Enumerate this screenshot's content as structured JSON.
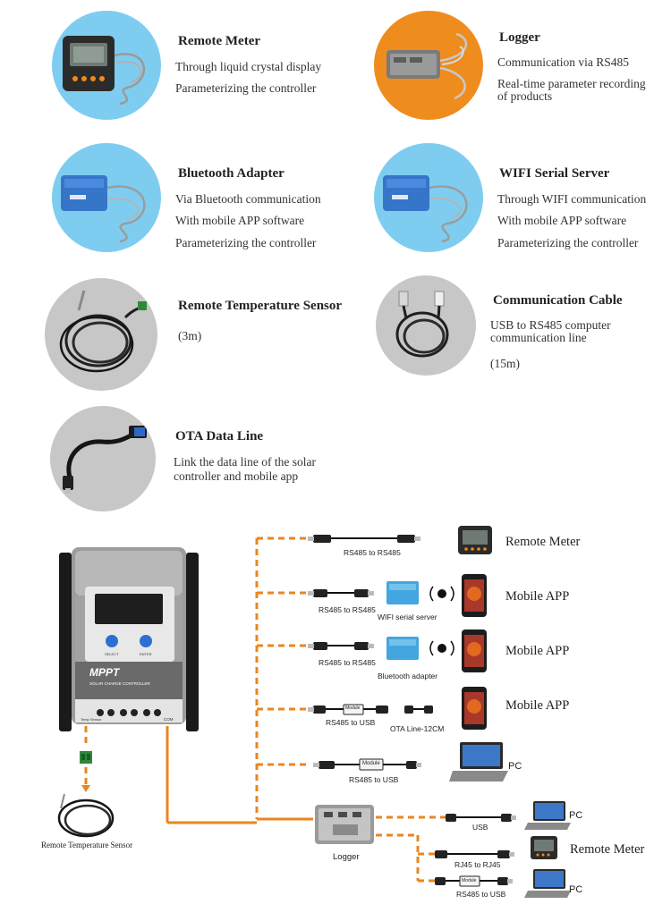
{
  "accessories": [
    {
      "title": "Remote Meter",
      "lines": [
        "Through liquid crystal display",
        "Parameterizing the controller"
      ]
    },
    {
      "title": "Logger",
      "lines": [
        "Communication via RS485",
        "Real-time parameter recording",
        "of products"
      ]
    },
    {
      "title": "Bluetooth Adapter",
      "lines": [
        "Via Bluetooth communication",
        "With mobile APP software",
        "Parameterizing the controller"
      ]
    },
    {
      "title": "WIFI Serial Server",
      "lines": [
        "Through WIFI communication",
        "With mobile APP software",
        "Parameterizing the controller"
      ]
    },
    {
      "title": "Remote Temperature Sensor",
      "lines": [
        "(3m)"
      ]
    },
    {
      "title": "Communication Cable",
      "lines": [
        "USB to RS485 computer",
        "communication line",
        "(15m)"
      ]
    },
    {
      "title": "OTA Data Line",
      "lines": [
        "Link the data line of the solar",
        "controller and mobile app"
      ]
    }
  ],
  "diagram": {
    "controller": {
      "mppt": "MPPT",
      "subtitle": "SOLAR CHARGE CONTROLLER",
      "select": "SELECT",
      "enter": "ENTER",
      "com": "COM",
      "temp": "Temp Sensor"
    },
    "rows": [
      {
        "cable": "RS485 to RS485",
        "device": "",
        "target": "Remote Meter"
      },
      {
        "cable": "RS485 to RS485",
        "device": "WIFI serial server",
        "target": "Mobile APP"
      },
      {
        "cable": "RS485 to RS485",
        "device": "Bluetooth adapter",
        "target": "Mobile APP"
      },
      {
        "cable": "RS485 to USB",
        "device": "OTA Line-12CM",
        "target": "Mobile APP"
      },
      {
        "cable": "RS485 to USB",
        "device": "",
        "target": "PC"
      }
    ],
    "module_label": "Module",
    "logger": {
      "label": "Logger"
    },
    "logger_rows": [
      {
        "cable": "USB",
        "target": "PC"
      },
      {
        "cable": "RJ45 to RJ45",
        "target": "Remote Meter"
      },
      {
        "cable": "RS485 to USB",
        "target": "PC"
      }
    ],
    "temp_sensor_label": "Remote Temperature Sensor"
  },
  "colors": {
    "orange": "#e9861f",
    "blue": "#7ecdf0",
    "grey": "#c7c7c7",
    "orange_circle": "#ef8c1e"
  }
}
